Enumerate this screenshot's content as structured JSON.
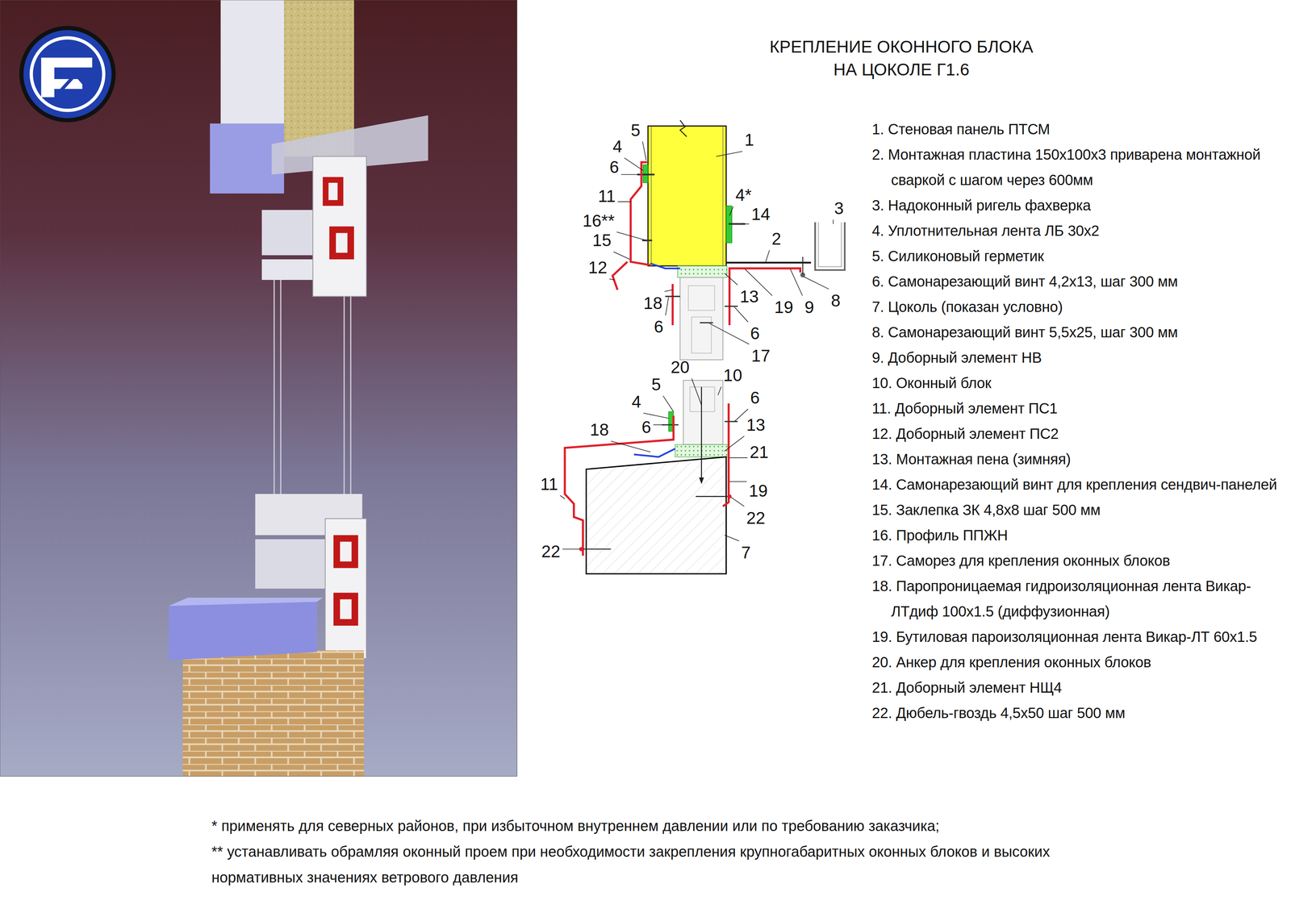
{
  "diagram": {
    "title": "КРЕПЛЕНИЕ ОКОННОГО БЛОКА НА ЦОКОЛЕ Г1.6",
    "labels": [
      "5",
      "4",
      "6",
      "1",
      "4*",
      "14",
      "3",
      "2",
      "11",
      "16**",
      "15",
      "12",
      "18",
      "13",
      "19",
      "9",
      "8",
      "6",
      "6",
      "17",
      "20",
      "10",
      "5",
      "6",
      "4",
      "6",
      "13",
      "18",
      "21",
      "11",
      "19",
      "22",
      "22",
      "7",
      "1. Стеновая панель ПТСМ",
      "2. Монтажная пластина 150х100х3 приварена монтажной сваркой с шагом через 600мм",
      "3. Надоконный ригель фахверка",
      "4. Уплотнительная лента ЛБ 30х2",
      "5. Силиконовый герметик",
      "6. Самонарезающий винт 4,2х13, шаг 300 мм",
      "7. Цоколь (показан условно)",
      "8. Самонарезающий винт 5,5х25, шаг 300 мм",
      "9. Доборный элемент НВ",
      "10. Оконный блок",
      "11. Доборный элемент ПС1",
      "12. Доборный элемент ПС2",
      "13. Монтажная пена (зимняя)",
      "14. Самонарезающий винт для крепления сендвич-панелей",
      "15. Заклепка ЗК 4,8х8 шаг 500 мм",
      "16. Профиль ППЖН",
      "17. Саморез для крепления оконных блоков",
      "18. Паропроницаемая гидроизоляционная лента Викар-ЛТдиф 100х1.5 (диффузионная)",
      "19. Бутиловая пароизоляционная лента Викар-ЛТ 60х1.5",
      "20. Анкер для крепления оконных блоков",
      "21. Доборный элемент НЩ4",
      "22. Дюбель-гвоздь 4,5х50 шаг 500 мм",
      "* применять для северных районов, при избыточном внутреннем давлении или по требованию заказчика;",
      "** устанавливать обрамляя оконный проем при необходимости закрепления крупногабаритных оконных блоков и высоких нормативных значениях ветрового давления"
    ]
  }
}
